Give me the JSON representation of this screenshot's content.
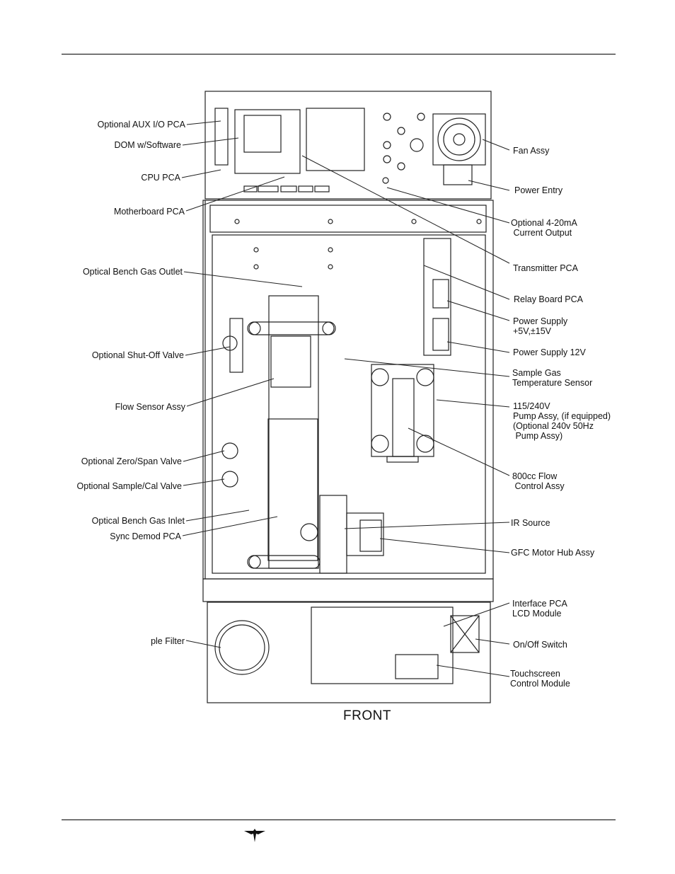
{
  "diagram": {
    "labels_left": [
      {
        "id": "aux-io",
        "text": "Optional AUX I/O PCA"
      },
      {
        "id": "dom",
        "text": "DOM w/Software"
      },
      {
        "id": "cpu",
        "text": "CPU PCA"
      },
      {
        "id": "motherboard",
        "text": "Motherboard PCA"
      },
      {
        "id": "bench-outlet",
        "text": "Optical Bench Gas Outlet"
      },
      {
        "id": "shutoff",
        "text": "Optional Shut-Off Valve"
      },
      {
        "id": "flow-sensor",
        "text": "Flow  Sensor Assy"
      },
      {
        "id": "zero-span",
        "text": "Optional Zero/Span Valve"
      },
      {
        "id": "sample-cal",
        "text": "Optional Sample/Cal Valve"
      },
      {
        "id": "bench-inlet",
        "text": "Optical Bench Gas Inlet"
      },
      {
        "id": "sync-demod",
        "text": "Sync Demod PCA"
      },
      {
        "id": "filter",
        "text": "ple Filter"
      }
    ],
    "labels_right": [
      {
        "id": "fan",
        "text": "Fan Assy"
      },
      {
        "id": "power-entry",
        "text": "Power Entry"
      },
      {
        "id": "current-out",
        "text": "Optional 4-20mA\n Current Output"
      },
      {
        "id": "transmitter",
        "text": "Transmitter PCA"
      },
      {
        "id": "relay",
        "text": "Relay Board PCA"
      },
      {
        "id": "ps5",
        "text": "Power Supply\n+5V,±15V"
      },
      {
        "id": "ps12",
        "text": "Power Supply 12V"
      },
      {
        "id": "sample-temp",
        "text": "Sample Gas\nTemperature Sensor"
      },
      {
        "id": "pump",
        "text": "115/240V\nPump Assy, (if equipped)\n(Optional 240v 50Hz\n Pump Assy)"
      },
      {
        "id": "flow-ctrl",
        "text": "800cc Flow\n Control Assy"
      },
      {
        "id": "ir",
        "text": "IR Source"
      },
      {
        "id": "gfc",
        "text": "GFC Motor Hub Assy"
      },
      {
        "id": "interface",
        "text": "Interface PCA\nLCD Module"
      },
      {
        "id": "onoff",
        "text": "On/Off Switch"
      },
      {
        "id": "touch",
        "text": "Touchscreen\nControl Module"
      }
    ],
    "front_label": "FRONT"
  }
}
